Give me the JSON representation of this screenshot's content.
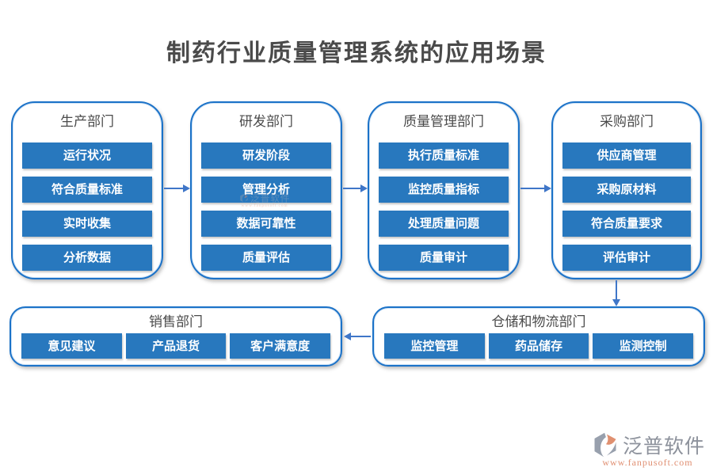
{
  "title": "制药行业质量管理系统的应用场景",
  "departments": [
    {
      "name": "生产部门",
      "items": [
        "运行状况",
        "符合质量标准",
        "实时收集",
        "分析数据"
      ]
    },
    {
      "name": "研发部门",
      "items": [
        "研发阶段",
        "管理分析",
        "数据可靠性",
        "质量评估"
      ]
    },
    {
      "name": "质量管理部门",
      "items": [
        "执行质量标准",
        "监控质量指标",
        "处理质量问题",
        "质量审计"
      ]
    },
    {
      "name": "采购部门",
      "items": [
        "供应商管理",
        "采购原材料",
        "符合质量要求",
        "评估审计"
      ]
    }
  ],
  "bottom_departments": [
    {
      "name": "销售部门",
      "items": [
        "意见建议",
        "产品退货",
        "客户满意度"
      ]
    },
    {
      "name": "仓储和物流部门",
      "items": [
        "监控管理",
        "药品储存",
        "监测控制"
      ]
    }
  ],
  "logo": {
    "brand": "泛普软件",
    "url": "www.fanpusoft.com"
  },
  "colors": {
    "button_blue": "#2878be",
    "border_blue": "#1b72c8",
    "arrow_blue": "#3f76c8",
    "title_gray": "#4a4a4a",
    "logo_gray": "#8d929c",
    "logo_salmon": "#e08f72"
  }
}
